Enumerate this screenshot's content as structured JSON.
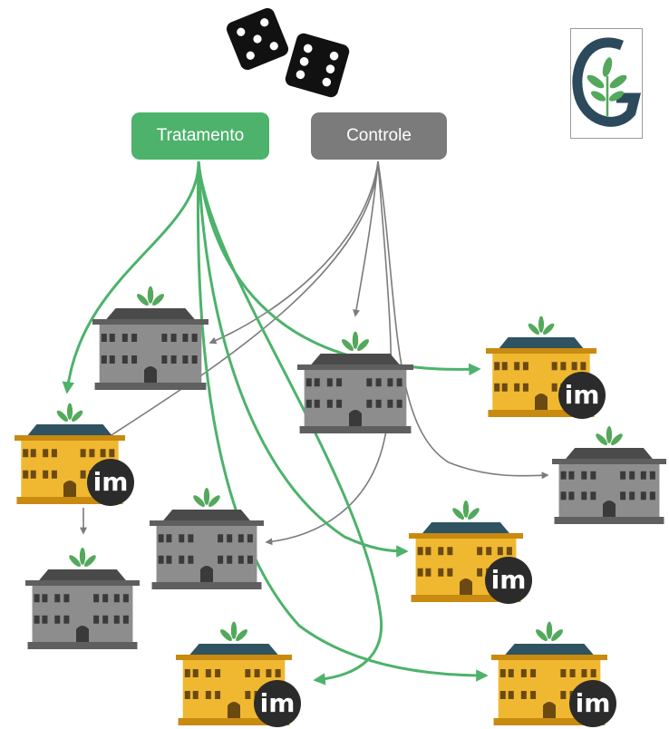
{
  "groups": {
    "treatment": {
      "label": "Tratamento",
      "color": "#4db26b"
    },
    "control": {
      "label": "Controle",
      "color": "#7b7b7b"
    }
  },
  "badge": {
    "text": "im",
    "color": "#2b2b2b"
  },
  "colors": {
    "treated_school": "#f0b830",
    "control_school": "#8d8d8d",
    "leaf": "#53a85c",
    "logo_g": "#2d4a5c"
  },
  "icons": [
    "dice-icon",
    "logo-icon",
    "school-icon",
    "leaf-icon",
    "im-badge-icon"
  ]
}
